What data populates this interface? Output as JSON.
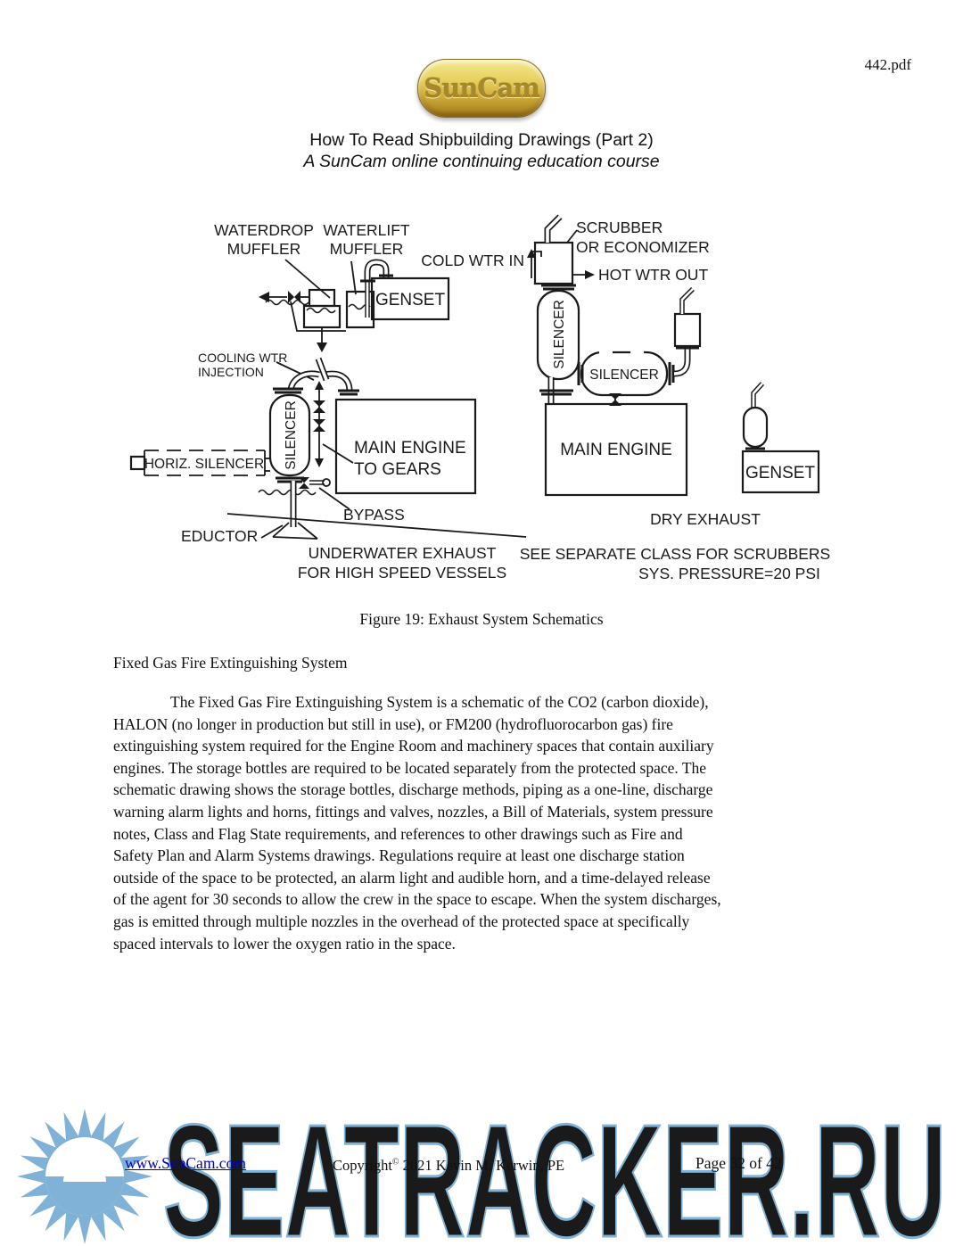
{
  "header": {
    "doc_label": "442.pdf",
    "logo_text": "SunCam",
    "title": "How To Read Shipbuilding Drawings (Part 2)",
    "subtitle": "A SunCam online continuing education course"
  },
  "diagram": {
    "caption": "Figure 19: Exhaust System Schematics",
    "labels": {
      "waterdrop_1": "WATERDROP",
      "waterdrop_2": "MUFFLER",
      "waterlift_1": "WATERLIFT",
      "waterlift_2": "MUFFLER",
      "cold_wtr_in": "COLD WTR IN",
      "scrubber_1": "SCRUBBER",
      "scrubber_2": "OR ECONOMIZER",
      "hot_wtr_out": "HOT WTR OUT",
      "genset_top": "GENSET",
      "silencer_vert_right": "SILENCER",
      "silencer_horiz_right": "SILENCER",
      "cooling_1": "COOLING WTR",
      "cooling_2": "INJECTION",
      "silencer_vert_left": "SILENCER",
      "horiz_silencer": "HORIZ. SILENCER",
      "main_engine_left_1": "MAIN ENGINE",
      "main_engine_left_2": "TO GEARS",
      "main_engine_right": "MAIN ENGINE",
      "genset_right": "GENSET",
      "bypass": "BYPASS",
      "eductor": "EDUCTOR",
      "dry_exhaust": "DRY EXHAUST",
      "underwater_1": "UNDERWATER EXHAUST",
      "underwater_2": "FOR HIGH SPEED VESSELS",
      "see_separate_1": "SEE SEPARATE CLASS FOR SCRUBBERS",
      "see_separate_2": "SYS. PRESSURE=20 PSI"
    }
  },
  "body": {
    "heading": "Fixed Gas Fire Extinguishing System",
    "paragraph_lines": [
      "The Fixed Gas Fire Extinguishing System is a schematic of the CO2 (carbon dioxide),",
      "HALON (no longer in production but still in use), or FM200 (hydrofluorocarbon gas) fire",
      "extinguishing system required for the Engine Room and machinery spaces that contain auxiliary",
      "engines. The storage bottles are required to be located separately from the protected space. The",
      "schematic drawing shows the storage bottles, discharge methods, piping as a one-line, discharge",
      "warning alarm lights and horns, fittings and valves, nozzles, a Bill of Materials, system pressure",
      "notes, Class and Flag State requirements, and references to other drawings such as Fire and",
      "Safety Plan and Alarm Systems drawings. Regulations require at least one discharge station",
      "outside of the space to be protected, an alarm light and audible horn, and a time-delayed release",
      "of the agent for 30 seconds to allow the crew in the space to escape. When the system discharges,",
      "gas is emitted through multiple nozzles in the overhead of the protected space at specifically",
      "spaced intervals to lower the oxygen ratio in the space."
    ]
  },
  "footer": {
    "link": "www.SunCam.com",
    "copyright_word": "Copyright",
    "copyright_symbol": "©",
    "copyright_rest": " 2021 Kevin M. Kerwin, PE",
    "page_info": "Page 32 of 42"
  },
  "watermark": {
    "text": "SEATRACKER.RU",
    "color": "#7fb2d6"
  }
}
